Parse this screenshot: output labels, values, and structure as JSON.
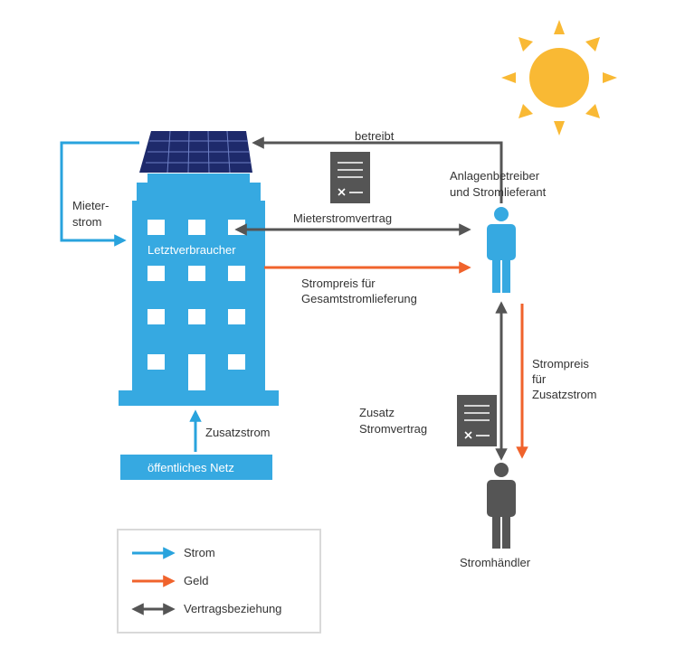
{
  "colors": {
    "strom": "#29a3dd",
    "geld": "#f0632c",
    "vertrag": "#555555",
    "building": "#36a9e1",
    "sun": "#f9b934",
    "solar_panel": "#1e2a6b",
    "person_operator": "#36a9e1",
    "person_trader": "#555555",
    "document": "#555555"
  },
  "icons": {
    "sun": "sun-icon",
    "solar_panel": "solar-panel-icon",
    "building": "building-icon",
    "document": "document-icon",
    "person": "person-icon"
  },
  "labels": {
    "betreibt": "betreibt",
    "anlagenbetreiber": "Anlagenbetreiber\nund Stromlieferant",
    "mieterstrom": "Mieter-\nstrom",
    "letztverbraucher": "Letztverbraucher",
    "mieterstromvertrag": "Mieterstromvertrag",
    "strompreis_gesamt": "Strompreis für\nGesamtstromlieferung",
    "strompreis_zusatz": "Strompreis\nfür\nZusatzstrom",
    "zusatz_stromvertrag": "Zusatz\nStromvertrag",
    "zusatzstrom": "Zusatzstrom",
    "netz": "öffentliches Netz",
    "stromhaendler": "Stromhändler"
  },
  "legend": {
    "items": [
      {
        "label": "Strom",
        "type": "strom"
      },
      {
        "label": "Geld",
        "type": "geld"
      },
      {
        "label": "Vertragsbeziehung",
        "type": "vertrag"
      }
    ]
  }
}
